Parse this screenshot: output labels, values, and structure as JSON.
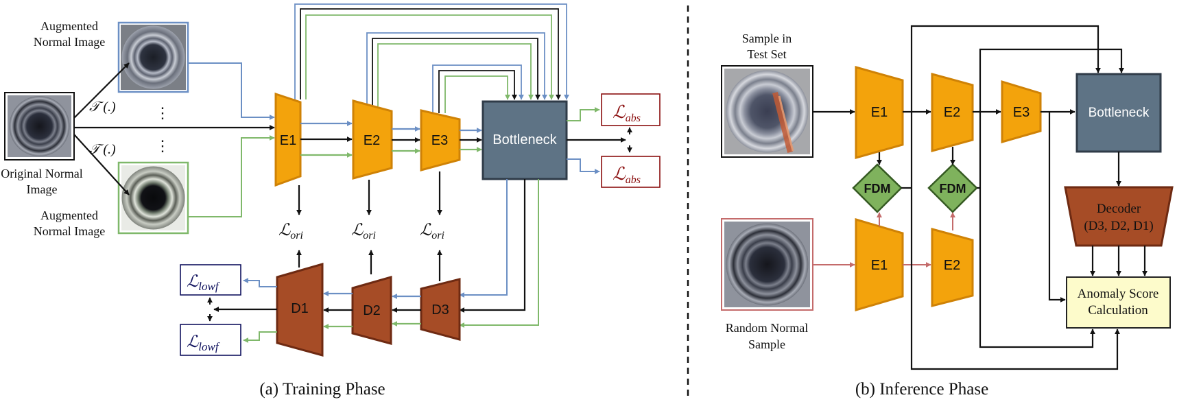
{
  "training": {
    "aug_top": [
      "Augmented",
      "Normal Image"
    ],
    "aug_bottom": [
      "Augmented",
      "Normal Image"
    ],
    "original": [
      "Original Normal",
      "Image"
    ],
    "transform": "𝒯 (.)",
    "dots": "⋮",
    "encoders": [
      "E1",
      "E2",
      "E3"
    ],
    "decoders": [
      "D1",
      "D2",
      "D3"
    ],
    "bottleneck": "Bottleneck",
    "loss_ori_main": "ℒ",
    "loss_ori_sub": "ori",
    "loss_abs_main": "ℒ",
    "loss_abs_sub": "abs",
    "loss_lowf_main": "ℒ",
    "loss_lowf_sub": "lowf",
    "caption": "(a) Training Phase"
  },
  "inference": {
    "test_sample": [
      "Sample in",
      "Test Set"
    ],
    "random_sample": [
      "Random Normal",
      "Sample"
    ],
    "encoders_top": [
      "E1",
      "E2",
      "E3"
    ],
    "encoders_bottom": [
      "E1",
      "E2"
    ],
    "fdm": "FDM",
    "bottleneck": "Bottleneck",
    "decoder": [
      "Decoder",
      "(D3, D2, D1)"
    ],
    "anomaly": [
      "Anomaly Score",
      "Calculation"
    ],
    "caption": "(b) Inference Phase"
  },
  "colors": {
    "encoder": "#f3a30c",
    "decoder": "#a64c26",
    "bottleneck": "#5e7385",
    "fdm": "#7fb25d",
    "anomaly_box": "#fdfbcb",
    "blue_path": "#6b8fc4",
    "green_path": "#7fb86a",
    "red_path": "#c46b6b",
    "abs_loss": "#8b0f0f",
    "lowf_loss": "#10125e"
  }
}
